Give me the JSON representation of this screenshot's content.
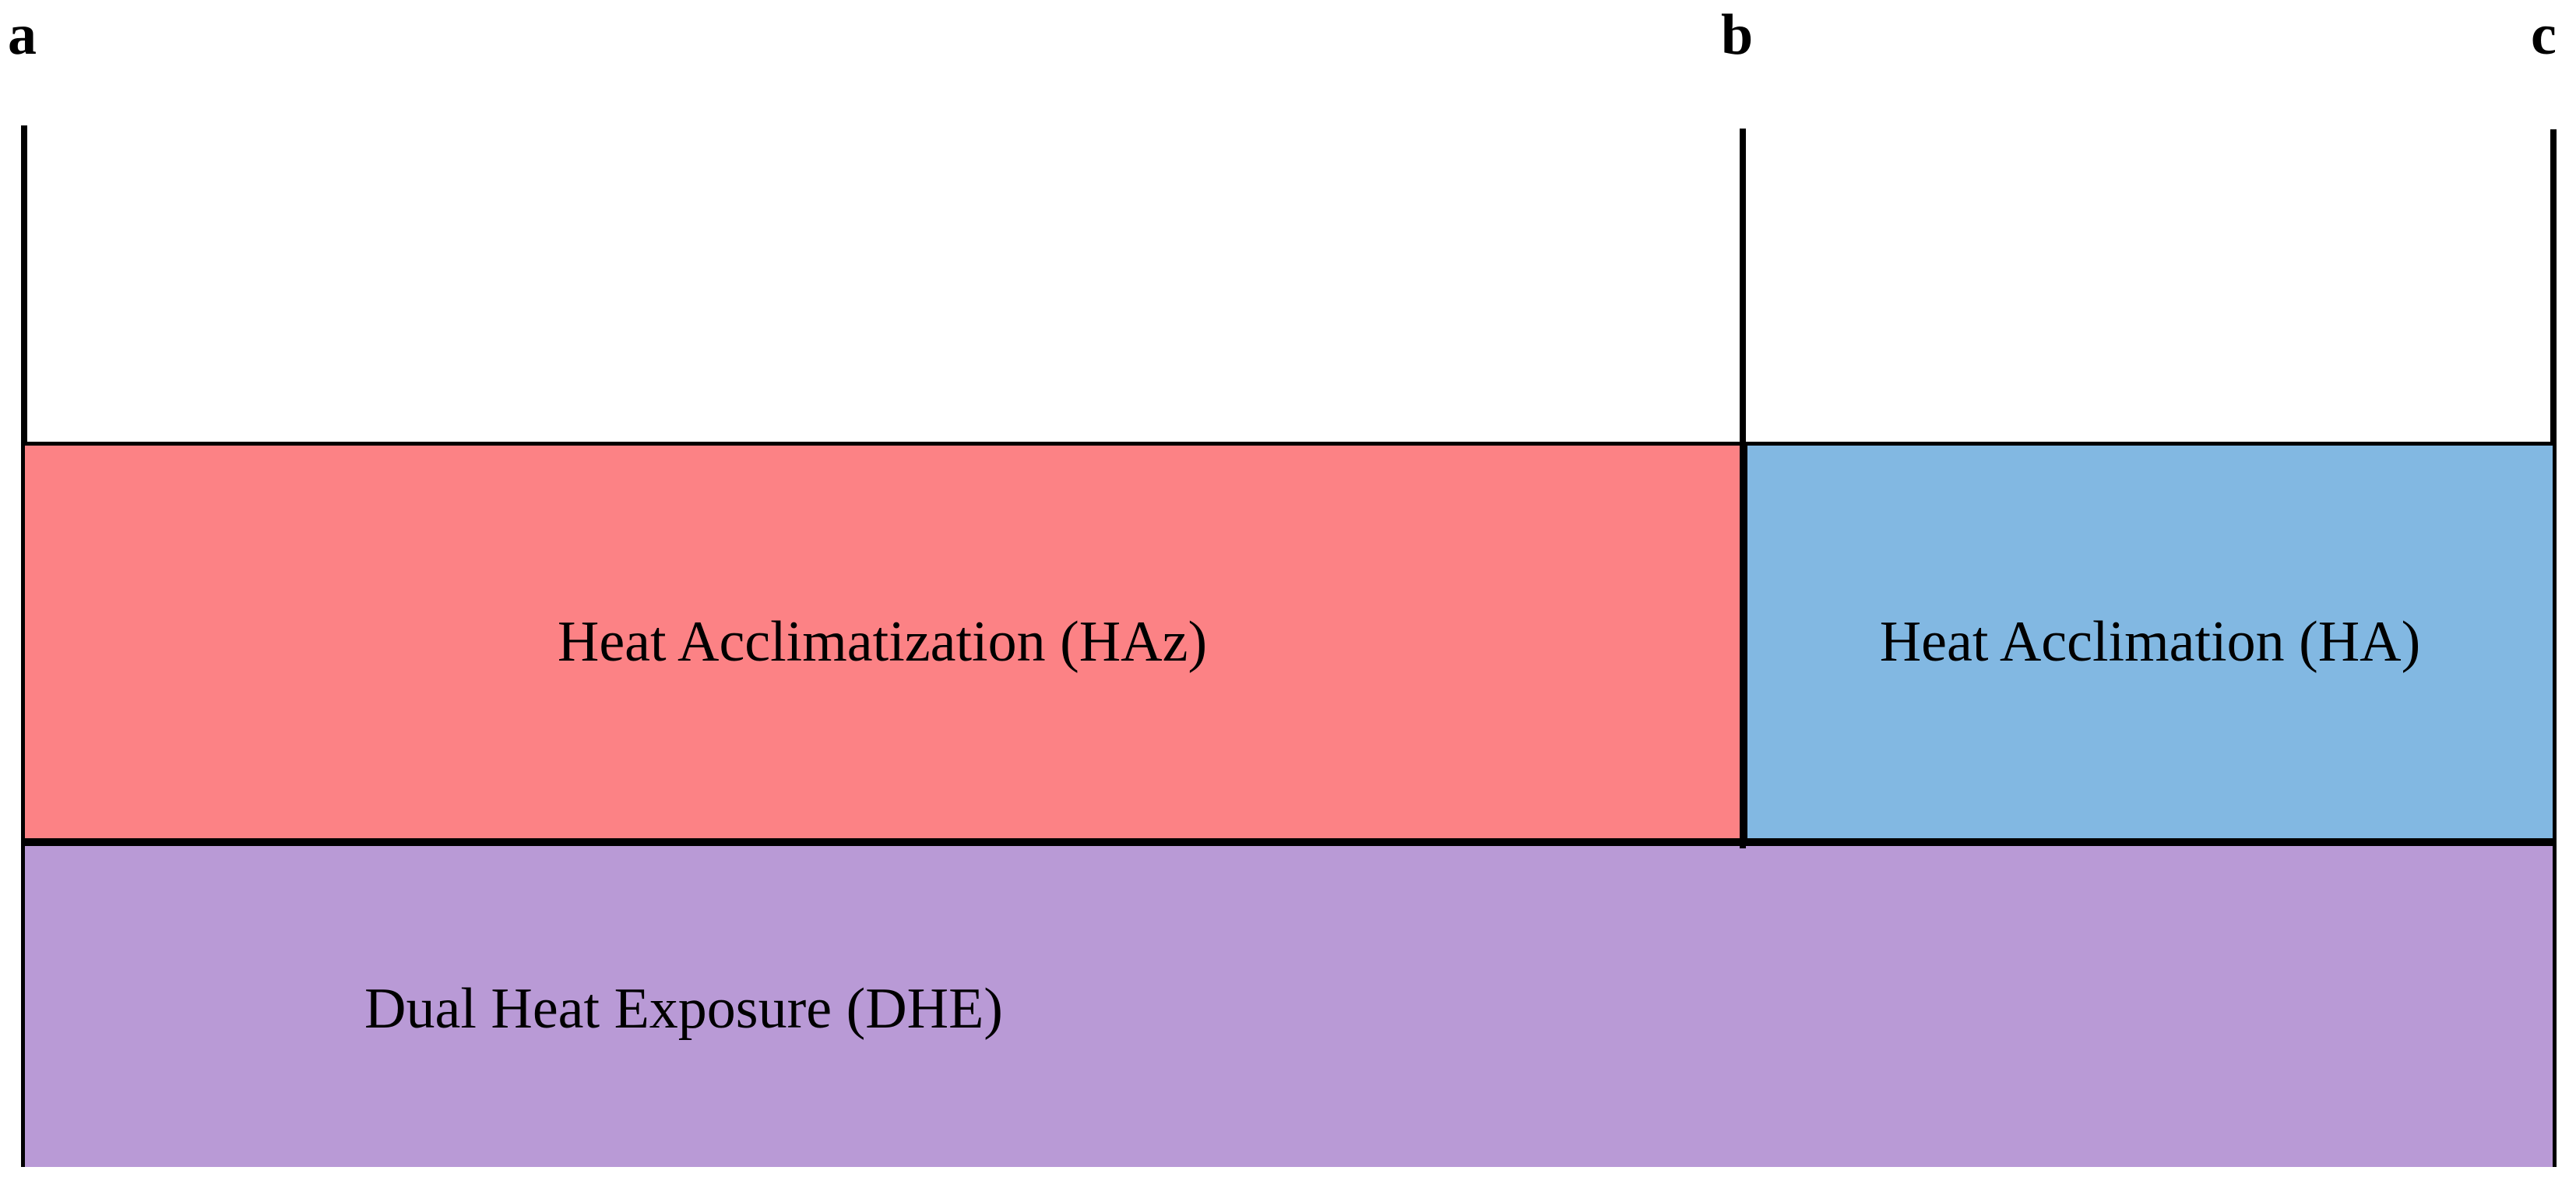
{
  "figure": {
    "type": "timeline-diagram",
    "background_color": "#ffffff",
    "panel_markers": [
      {
        "id": "a",
        "label": "a"
      },
      {
        "id": "b",
        "label": "b"
      },
      {
        "id": "c",
        "label": "c"
      }
    ],
    "blocks": [
      {
        "id": "haz",
        "label": "Heat Acclimatization (HAz)",
        "fill_color": "#FC8285",
        "border_color": "#000000",
        "spans_markers": "a-to-b"
      },
      {
        "id": "ha",
        "label": "Heat Acclimation (HA)",
        "fill_color": "#82B8E2",
        "border_color": "#000000",
        "spans_markers": "b-to-c"
      },
      {
        "id": "dhe",
        "label": "Dual Heat Exposure (DHE)",
        "fill_color": "#B99AD6",
        "border_color": "#000000",
        "spans_markers": "a-to-c"
      }
    ]
  }
}
